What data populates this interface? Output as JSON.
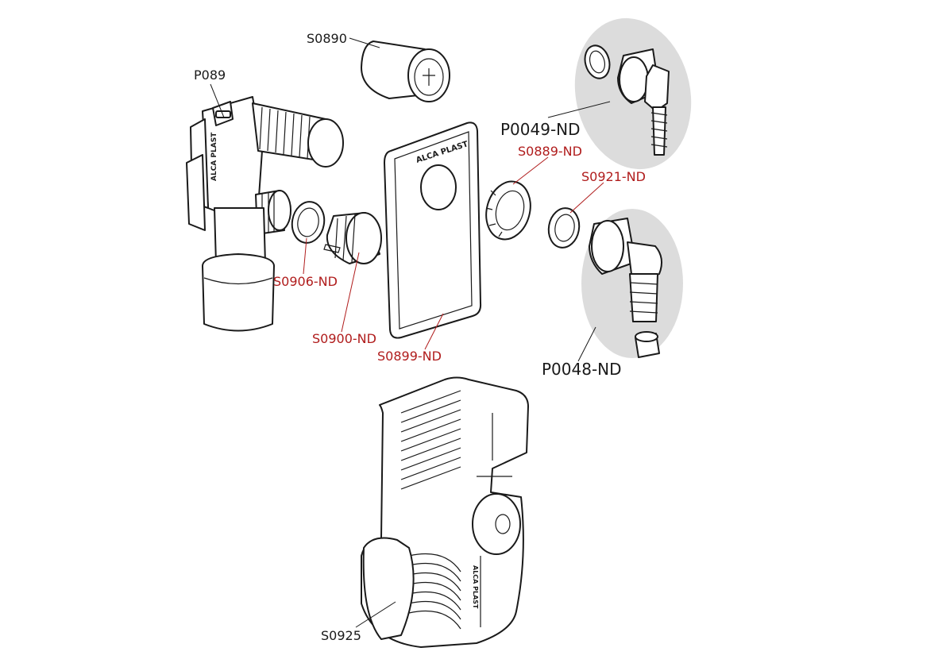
{
  "labels": {
    "s0890": "S0890",
    "p089": "P089",
    "p0049": "P0049-ND",
    "s0889": "S0889-ND",
    "s0921": "S0921-ND",
    "s0906": "S0906-ND",
    "s0900": "S0900-ND",
    "s0899": "S0899-ND",
    "p0048": "P0048-ND",
    "s0925": "S0925"
  },
  "brand_marks": {
    "body": "ALCA PLAST",
    "plate": "ALCA PLAST",
    "trap": "ALCA PLAST"
  },
  "colors": {
    "label_black": "#1a1a1a",
    "label_red": "#b01c1c",
    "highlight_bg": "#dcdcdc",
    "line": "#1a1a1a"
  }
}
